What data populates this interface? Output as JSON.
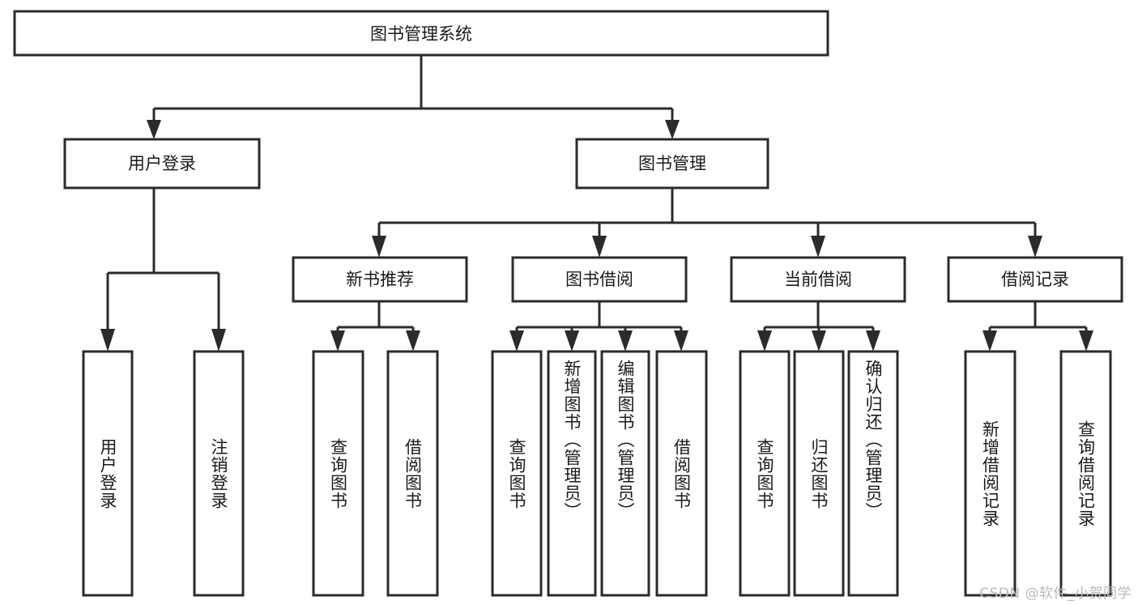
{
  "diagram": {
    "type": "tree-hierarchy-flowchart",
    "title": "图书管理系统",
    "orientation": "top-down",
    "colors": {
      "box_stroke": "#2b2b2b",
      "box_fill": "#ffffff",
      "text": "#1a1a1a",
      "background": "#ffffff",
      "watermark": "#b9b9b9"
    },
    "nodes": {
      "root": {
        "label": "图书管理系统",
        "level": 1,
        "text_orientation": "horizontal"
      },
      "level2": [
        {
          "id": "user-login",
          "label": "用户登录",
          "text_orientation": "horizontal"
        },
        {
          "id": "book-manage",
          "label": "图书管理",
          "text_orientation": "horizontal"
        }
      ],
      "level3": [
        {
          "id": "new-book-rec",
          "label": "新书推荐",
          "text_orientation": "horizontal"
        },
        {
          "id": "book-borrow",
          "label": "图书借阅",
          "text_orientation": "horizontal"
        },
        {
          "id": "current-borrow",
          "label": "当前借阅",
          "text_orientation": "horizontal"
        },
        {
          "id": "borrow-record",
          "label": "借阅记录",
          "text_orientation": "horizontal"
        }
      ],
      "leaves": [
        {
          "id": "leaf-user-login",
          "label": "用户登录",
          "parent": "user-login",
          "text_orientation": "vertical"
        },
        {
          "id": "leaf-user-logout",
          "label": "注销登录",
          "parent": "user-login",
          "text_orientation": "vertical"
        },
        {
          "id": "leaf-query-book-1",
          "label": "查询图书",
          "parent": "new-book-rec",
          "text_orientation": "vertical"
        },
        {
          "id": "leaf-borrow-book-1",
          "label": "借阅图书",
          "parent": "new-book-rec",
          "text_orientation": "vertical"
        },
        {
          "id": "leaf-query-book-2",
          "label": "查询图书",
          "parent": "book-borrow",
          "text_orientation": "vertical"
        },
        {
          "id": "leaf-add-book",
          "label": "新增图书（管理员）",
          "parent": "book-borrow",
          "text_orientation": "vertical"
        },
        {
          "id": "leaf-edit-book",
          "label": "编辑图书（管理员）",
          "parent": "book-borrow",
          "text_orientation": "vertical"
        },
        {
          "id": "leaf-borrow-book-2",
          "label": "借阅图书",
          "parent": "book-borrow",
          "text_orientation": "vertical"
        },
        {
          "id": "leaf-query-book-3",
          "label": "查询图书",
          "parent": "current-borrow",
          "text_orientation": "vertical"
        },
        {
          "id": "leaf-return-book",
          "label": "归还图书",
          "parent": "current-borrow",
          "text_orientation": "vertical"
        },
        {
          "id": "leaf-confirm-return",
          "label": "确认归还（管理员）",
          "parent": "current-borrow",
          "text_orientation": "vertical"
        },
        {
          "id": "leaf-add-record",
          "label": "新增借阅记录",
          "parent": "borrow-record",
          "text_orientation": "vertical"
        },
        {
          "id": "leaf-query-record",
          "label": "查询借阅记录",
          "parent": "borrow-record",
          "text_orientation": "vertical"
        }
      ]
    },
    "watermark": "CSDN @软件_小贺同学"
  }
}
